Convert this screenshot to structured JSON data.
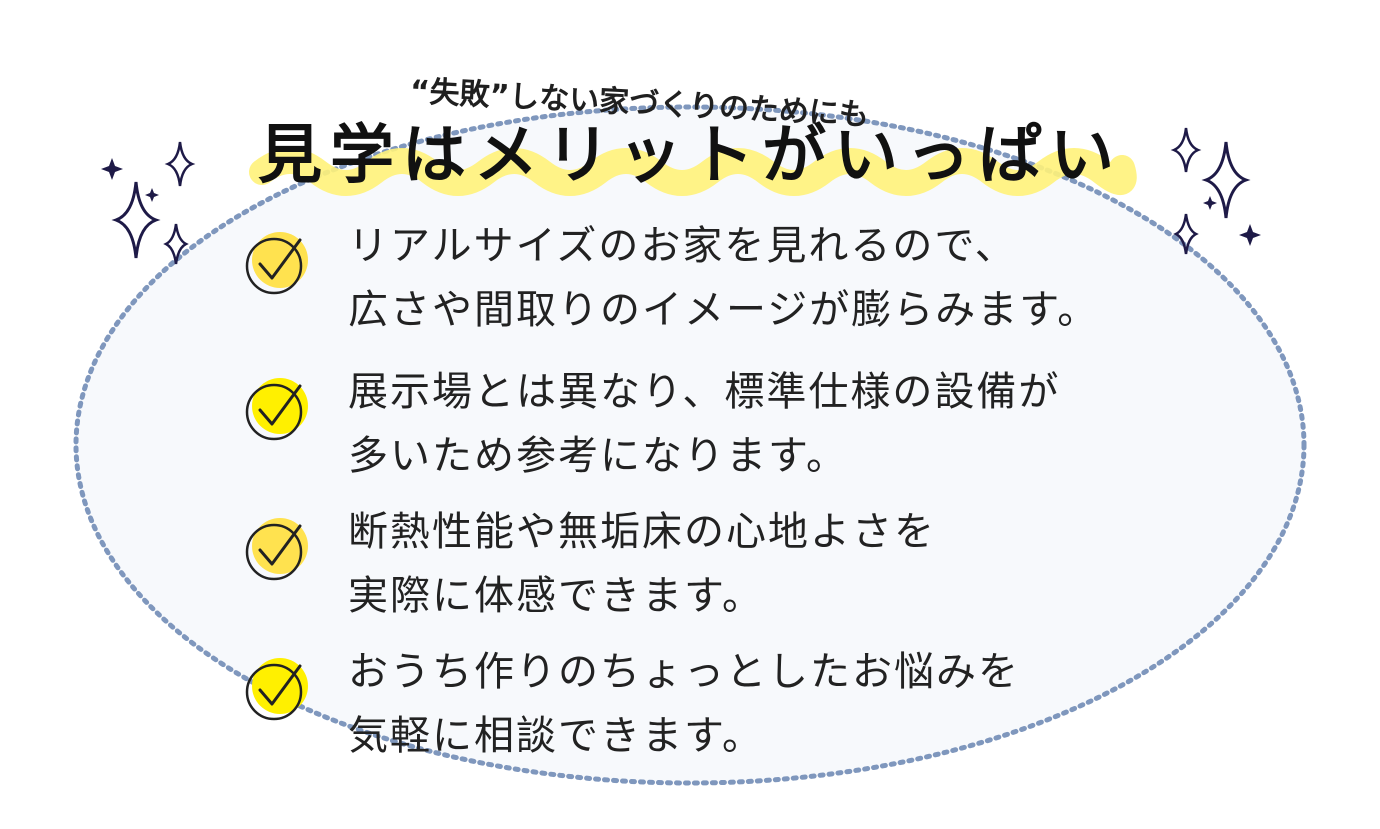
{
  "subtitle": "“失敗”しない家づくりのためにも",
  "title": "見学はメリットがいっぱい",
  "colors": {
    "ellipse_fill": "#f7f9fc",
    "ellipse_border": "#7f97bd",
    "highlight": "#fff27a",
    "check_fill": "#fff000",
    "check_fill_soft": "#ffe24f",
    "sparkle": "#1e1a47"
  },
  "items": [
    {
      "icon": "check-circle-icon",
      "line1": "リアルサイズのお家を見れるので、",
      "line2": "広さや間取りのイメージが膨らみます。"
    },
    {
      "icon": "check-circle-icon",
      "line1": "展示場とは異なり、標準仕様の設備が",
      "line2": "多いため参考になります。"
    },
    {
      "icon": "check-circle-icon",
      "line1": "断熱性能や無垢床の心地よさを",
      "line2": "実際に体感できます。"
    },
    {
      "icon": "check-circle-icon",
      "line1": "おうち作りのちょっとしたお悩みを",
      "line2": "気軽に相談できます。"
    }
  ]
}
